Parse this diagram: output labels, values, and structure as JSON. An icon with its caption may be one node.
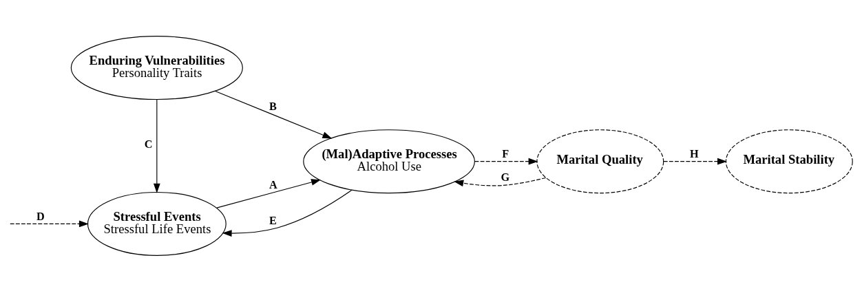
{
  "diagram": {
    "nodes": [
      {
        "text": [
          "Enduring Vulnerabilities",
          "Personality Traits"
        ]
      },
      {
        "text": [
          "(Mal)Adaptive Processes",
          "Alcohol Use"
        ]
      },
      {
        "text": [
          "Stressful Events",
          "Stressful Life Events"
        ]
      },
      {
        "text": [
          "Marital Quality"
        ]
      },
      {
        "text": [
          "Marital Stability"
        ]
      }
    ],
    "edges": [
      {
        "from": 0,
        "to": 1,
        "arrow": "to",
        "label": "B"
      },
      {
        "from": 0,
        "to": 2,
        "arrow": "to",
        "label": "C"
      },
      {
        "from": 1,
        "to": 2,
        "arrow": "to",
        "label": "E"
      },
      {
        "from": 2,
        "to": 1,
        "arrow": "to",
        "label": "A"
      },
      {
        "from": null,
        "to": 2,
        "arrow": "to",
        "label": "D",
        "style": "dashed"
      },
      {
        "from": 1,
        "to": 3,
        "arrow": "to",
        "label": "F",
        "style": "dashed"
      },
      {
        "from": 3,
        "to": 1,
        "arrow": "to",
        "label": "G",
        "style": "dashed"
      },
      {
        "from": 3,
        "to": 4,
        "arrow": "to",
        "label": "H",
        "style": "dashed"
      }
    ]
  }
}
